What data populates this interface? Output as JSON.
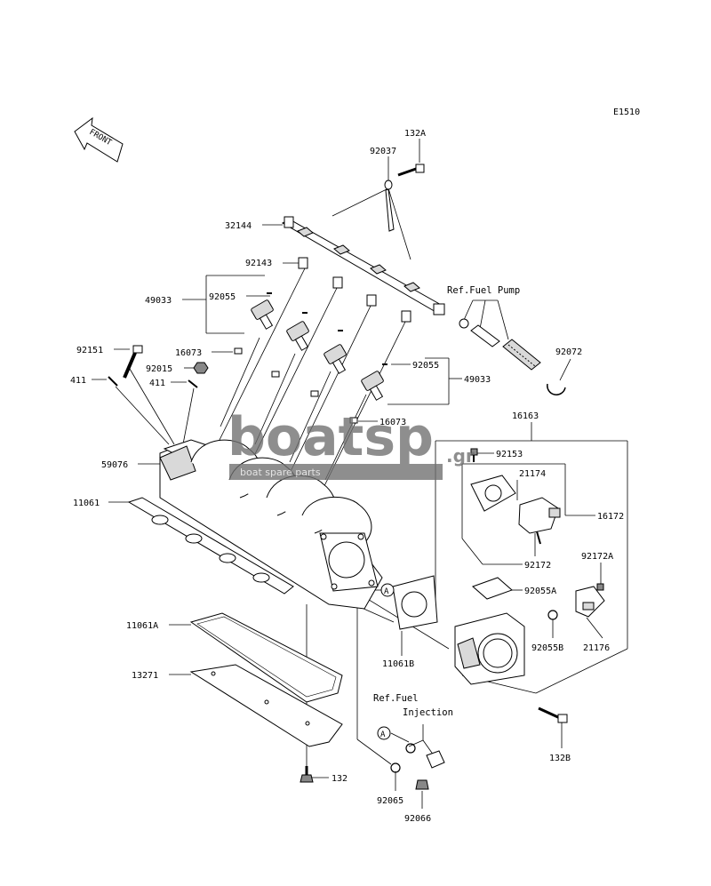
{
  "diagram_code": "E1510",
  "front_label": "FRONT",
  "watermark": {
    "brand": "boatsp",
    "suffix": ".gr",
    "tagline": "boat spare parts"
  },
  "refs": {
    "fuel_pump": "Ref.Fuel Pump",
    "fuel_injection_1": "Ref.Fuel",
    "fuel_injection_2": "Injection"
  },
  "callout_marker": "A",
  "parts": {
    "p132A": "132A",
    "p92037": "92037",
    "p32144": "32144",
    "p92143": "92143",
    "p92055_left": "92055",
    "p49033_left": "49033",
    "p92151": "92151",
    "p16073_top": "16073",
    "p92015": "92015",
    "p411_left": "411",
    "p411_right": "411",
    "p92055_right": "92055",
    "p49033_right": "49033",
    "p92072": "92072",
    "p16073_mid": "16073",
    "p16163": "16163",
    "p92153": "92153",
    "p21174": "21174",
    "p59076": "59076",
    "p16172": "16172",
    "p11061": "11061",
    "p92172": "92172",
    "p92172A": "92172A",
    "p92055A": "92055A",
    "p21176": "21176",
    "p92055B": "92055B",
    "p11061A": "11061A",
    "p11061B": "11061B",
    "p13271": "13271",
    "p132B": "132B",
    "p132": "132",
    "p92065": "92065",
    "p92066": "92066"
  }
}
